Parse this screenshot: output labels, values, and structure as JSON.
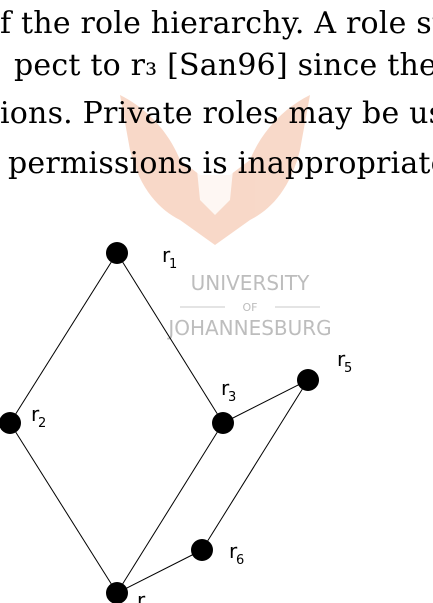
{
  "paper": {
    "lines": [
      "f the role hierarchy. A role st",
      "pect to r₃ [San96] since the",
      "ions. Private roles may be us",
      "permissions is inappropriate"
    ]
  },
  "watermark": {
    "line1": "UNIVERSITY",
    "line2": "OF",
    "line3": "JOHANNESBURG"
  },
  "diagram": {
    "nodes": [
      {
        "id": "r1",
        "label": "r",
        "sub": "1"
      },
      {
        "id": "r2",
        "label": "r",
        "sub": "2"
      },
      {
        "id": "r3",
        "label": "r",
        "sub": "3"
      },
      {
        "id": "r5",
        "label": "r",
        "sub": "5"
      },
      {
        "id": "r6",
        "label": "r",
        "sub": "6"
      },
      {
        "id": "r4",
        "label": "r",
        "sub": ""
      }
    ],
    "edges": [
      [
        "r1",
        "r2"
      ],
      [
        "r1",
        "r3"
      ],
      [
        "r2",
        "r4"
      ],
      [
        "r3",
        "r4"
      ],
      [
        "r3",
        "r5"
      ],
      [
        "r5",
        "r6"
      ],
      [
        "r6",
        "r4"
      ]
    ]
  }
}
